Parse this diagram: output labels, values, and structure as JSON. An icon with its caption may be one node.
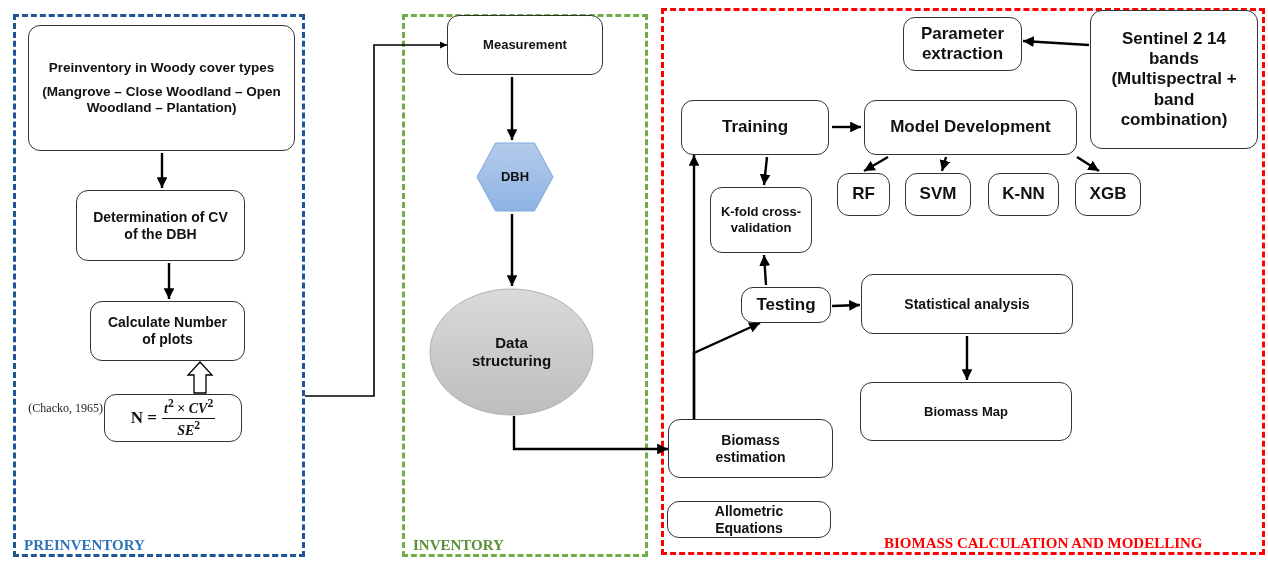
{
  "diagram": {
    "nodes": [
      {
        "text": [
          "PREINVENTORY"
        ]
      },
      {
        "text": [
          "Preinventory in Woody cover types",
          "(Mangrove – Close Woodland – Open Woodland – Plantation)"
        ],
        "in": 0
      },
      {
        "text": [
          "Determination of CV of the DBH"
        ],
        "in": 0
      },
      {
        "text": [
          "Calculate Number of plots"
        ],
        "in": 0
      },
      {
        "text": [
          "N =",
          "*t*$^{2}$ × *CV*$^{2}$",
          "*SE*$^{2}$"
        ],
        "beside": [
          "(Chacko, 1965)"
        ],
        "in": 0
      },
      {
        "text": [
          "INVENTORY"
        ]
      },
      {
        "text": [
          "Measurement"
        ],
        "in": 5
      },
      {
        "text": [
          "DBH"
        ],
        "in": 5
      },
      {
        "text": [
          "Data structuring"
        ],
        "in": 5
      },
      {
        "text": [
          "BIOMASS CALCULATION AND MODELLING"
        ]
      },
      {
        "text": [
          "Parameter extraction"
        ],
        "in": 9
      },
      {
        "text": [
          "Sentinel 2 14 bands (Multispectral + band combination)"
        ],
        "in": 9
      },
      {
        "text": [
          "Training"
        ],
        "in": 9
      },
      {
        "text": [
          "Model Development"
        ],
        "in": 9
      },
      {
        "text": [
          "RF"
        ],
        "in": 9
      },
      {
        "text": [
          "SVM"
        ],
        "in": 9
      },
      {
        "text": [
          "K-NN"
        ],
        "in": 9
      },
      {
        "text": [
          "XGB"
        ],
        "in": 9
      },
      {
        "text": [
          "K-fold cross-validation"
        ],
        "in": 9
      },
      {
        "text": [
          "Testing"
        ],
        "in": 9
      },
      {
        "text": [
          "Statistical analysis"
        ],
        "in": 9
      },
      {
        "text": [
          "Biomass Map"
        ],
        "in": 9
      },
      {
        "text": [
          "Biomass estimation"
        ],
        "in": 9
      },
      {
        "text": [
          "Allometric Equations"
        ],
        "in": 9
      }
    ],
    "edges": [
      {
        "from": 1,
        "to": 2,
        "arrow": "to"
      },
      {
        "from": 2,
        "to": 3,
        "arrow": "to"
      },
      {
        "from": 4,
        "to": 3,
        "arrow": "to",
        "style": "thick"
      },
      {
        "from": 0,
        "to": 6,
        "arrow": "to"
      },
      {
        "from": 6,
        "to": 7,
        "arrow": "to"
      },
      {
        "from": 7,
        "to": 8,
        "arrow": "to"
      },
      {
        "from": 8,
        "to": 22,
        "arrow": "to"
      },
      {
        "from": 11,
        "to": 10,
        "arrow": "to"
      },
      {
        "from": 12,
        "to": 13,
        "arrow": "to"
      },
      {
        "from": 13,
        "to": 14,
        "arrow": "to"
      },
      {
        "from": 13,
        "to": 15,
        "arrow": "to"
      },
      {
        "from": 13,
        "to": 17,
        "arrow": "to"
      },
      {
        "from": 12,
        "to": 18,
        "arrow": "to"
      },
      {
        "from": 19,
        "to": 18,
        "arrow": "to"
      },
      {
        "from": 22,
        "to": 12,
        "arrow": "to"
      },
      {
        "from": 22,
        "to": 19,
        "arrow": "to"
      },
      {
        "from": 19,
        "to": 20,
        "arrow": "to"
      },
      {
        "from": 20,
        "to": 21,
        "arrow": "to"
      }
    ]
  }
}
